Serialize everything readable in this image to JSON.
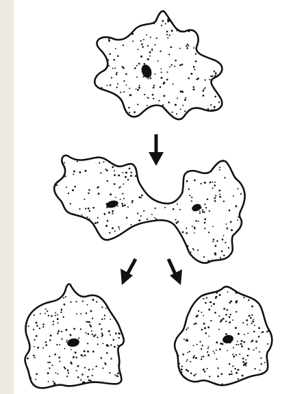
{
  "diagram": {
    "stages": [
      {
        "name": "parent-amoeba",
        "nuclei": 1
      },
      {
        "name": "dividing-amoeba",
        "nuclei": 2
      },
      {
        "name": "daughter-amoeba-left",
        "nuclei": 1
      },
      {
        "name": "daughter-amoeba-right",
        "nuclei": 1
      }
    ],
    "arrows": [
      "down-arrow",
      "down-left-arrow",
      "down-right-arrow"
    ],
    "colors": {
      "background": "#ece9de",
      "panel": "#ffffff",
      "stroke": "#111111",
      "cytoplasm": "#ffffff",
      "granules": "#111111"
    }
  }
}
